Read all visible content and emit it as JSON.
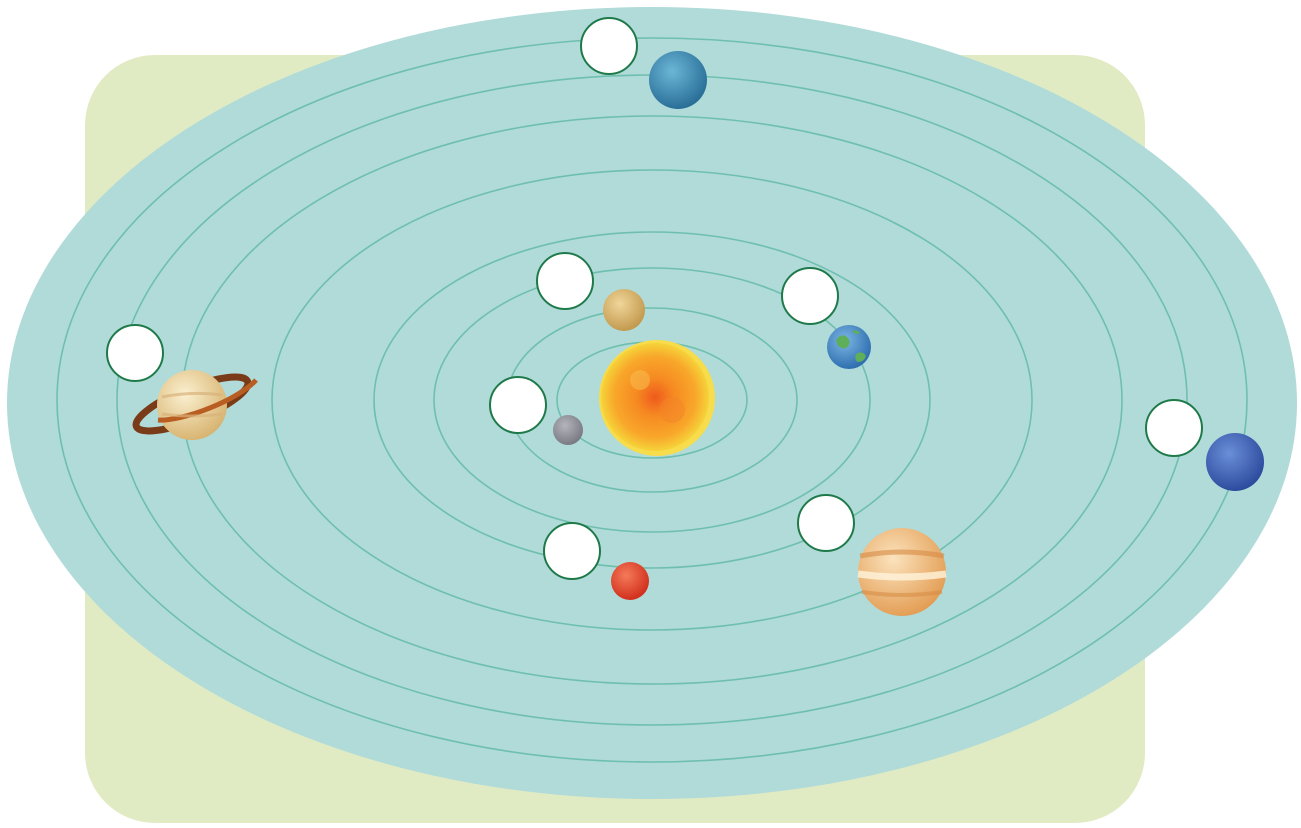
{
  "colors": {
    "backdrop": "#e1ebc3",
    "plane": "#b0dbd9",
    "orbit": "#6fbfae",
    "answer_circle_border": "#1f7a4a",
    "answer_circle_fill": "#ffffff"
  },
  "bodies": [
    {
      "name": "sun",
      "icon": "sun-icon",
      "color": "#f6a323"
    },
    {
      "name": "mercury",
      "icon": "mercury-icon",
      "color": "#8d8d97"
    },
    {
      "name": "venus",
      "icon": "venus-icon",
      "color": "#d9b56a"
    },
    {
      "name": "earth",
      "icon": "earth-icon",
      "color": "#4b90c9"
    },
    {
      "name": "mars",
      "icon": "mars-icon",
      "color": "#e5472b"
    },
    {
      "name": "jupiter",
      "icon": "jupiter-icon",
      "color": "#f0b878"
    },
    {
      "name": "saturn",
      "icon": "saturn-icon",
      "color": "#e8cf9a"
    },
    {
      "name": "uranus",
      "icon": "uranus-icon",
      "color": "#3f8fb4"
    },
    {
      "name": "neptune",
      "icon": "neptune-icon",
      "color": "#3e63b7"
    }
  ],
  "answer_blanks": [
    {
      "planet": "mercury",
      "value": ""
    },
    {
      "planet": "venus",
      "value": ""
    },
    {
      "planet": "earth",
      "value": ""
    },
    {
      "planet": "mars",
      "value": ""
    },
    {
      "planet": "jupiter",
      "value": ""
    },
    {
      "planet": "saturn",
      "value": ""
    },
    {
      "planet": "uranus",
      "value": ""
    },
    {
      "planet": "neptune",
      "value": ""
    }
  ]
}
